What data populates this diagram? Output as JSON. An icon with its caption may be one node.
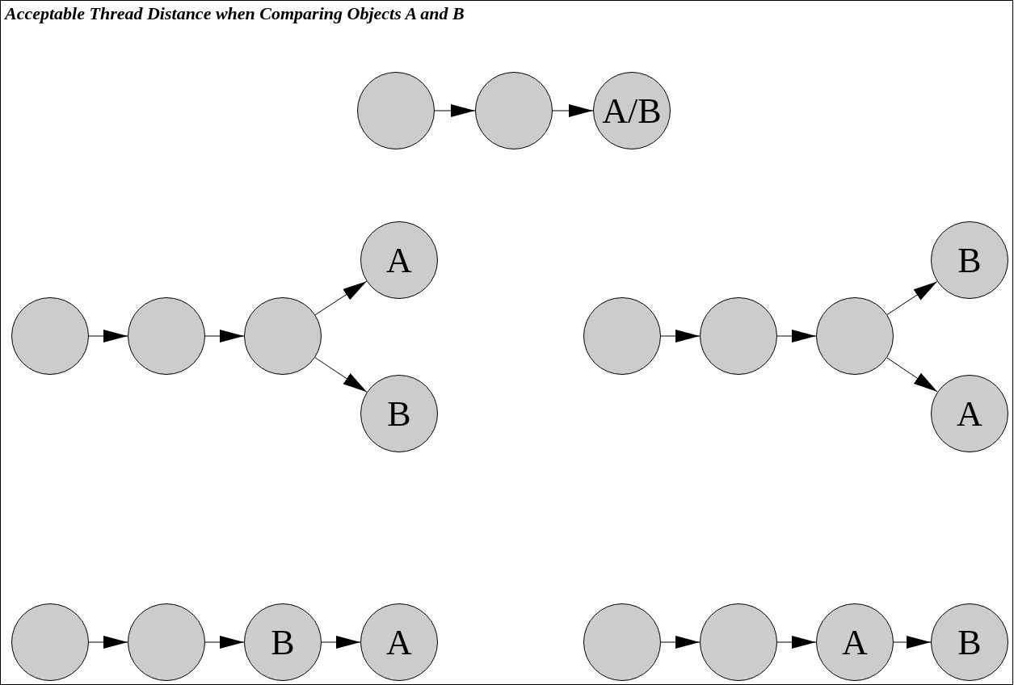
{
  "diagram": {
    "title": "Acceptable Thread Distance when Comparing Objects A and B",
    "nodes": [
      {
        "text": [],
        "shape": "circle"
      },
      {
        "text": [],
        "shape": "circle"
      },
      {
        "text": [
          "A/B"
        ]
      },
      {
        "text": [],
        "shape": "circle"
      },
      {
        "text": [],
        "shape": "circle"
      },
      {
        "text": [],
        "shape": "circle"
      },
      {
        "text": [
          "A"
        ]
      },
      {
        "text": [
          "B"
        ]
      },
      {
        "text": [],
        "shape": "circle"
      },
      {
        "text": [],
        "shape": "circle"
      },
      {
        "text": [],
        "shape": "circle"
      },
      {
        "text": [
          "B"
        ]
      },
      {
        "text": [
          "A"
        ]
      },
      {
        "text": [],
        "shape": "circle"
      },
      {
        "text": [],
        "shape": "circle"
      },
      {
        "text": [
          "B"
        ]
      },
      {
        "text": [
          "A"
        ]
      },
      {
        "text": [],
        "shape": "circle"
      },
      {
        "text": [],
        "shape": "circle"
      },
      {
        "text": [
          "A"
        ]
      },
      {
        "text": [
          "B"
        ]
      }
    ],
    "edges": [
      {
        "from": 0,
        "to": 1,
        "arrow": "to"
      },
      {
        "from": 1,
        "to": 2,
        "arrow": "to"
      },
      {
        "from": 3,
        "to": 4,
        "arrow": "to"
      },
      {
        "from": 4,
        "to": 5,
        "arrow": "to"
      },
      {
        "from": 5,
        "to": 6,
        "arrow": "to"
      },
      {
        "from": 5,
        "to": 7,
        "arrow": "to"
      },
      {
        "from": 8,
        "to": 9,
        "arrow": "to"
      },
      {
        "from": 9,
        "to": 10,
        "arrow": "to"
      },
      {
        "from": 10,
        "to": 11,
        "arrow": "to"
      },
      {
        "from": 10,
        "to": 12,
        "arrow": "to"
      },
      {
        "from": 13,
        "to": 14,
        "arrow": "to"
      },
      {
        "from": 14,
        "to": 15,
        "arrow": "to"
      },
      {
        "from": 15,
        "to": 16,
        "arrow": "to"
      },
      {
        "from": 17,
        "to": 18,
        "arrow": "to"
      },
      {
        "from": 18,
        "to": 19,
        "arrow": "to"
      },
      {
        "from": 19,
        "to": 20,
        "arrow": "to"
      }
    ]
  }
}
